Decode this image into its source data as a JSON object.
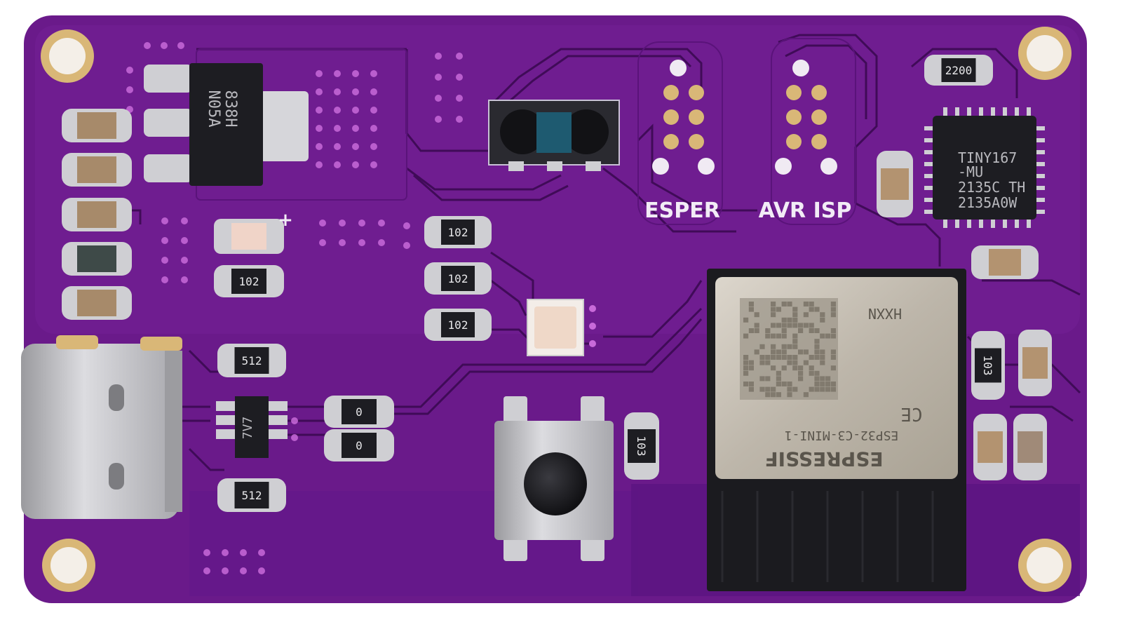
{
  "board": {
    "colors": {
      "background": "#ffffff",
      "solder_mask": "#6a1a8a",
      "solder_mask_dark": "#4e1068",
      "trace": "#3b0a52",
      "copper_pad": "#d9b777",
      "tin_pad": "#cfcfd3",
      "silkscreen": "#f2ecf6",
      "chip_black": "#1d1d22",
      "module_metal": "#c8c2b8"
    },
    "silkscreen_labels": {
      "esper": "ESPER",
      "avr_isp": "AVR ISP",
      "plus": "+"
    },
    "chip_markings": {
      "regulator_line1": "838H",
      "regulator_line2": "N05A",
      "mcu_line1": "TINY167",
      "mcu_line2": "-MU",
      "mcu_line3": "2135C TH",
      "mcu_line4": "2135A0W",
      "sot_chip": "7V7",
      "module_lower": "ESPRESSIF",
      "module_upper": "ESP32-C3-MINI-1",
      "module_id": "HXXN",
      "module_ce": "CE"
    },
    "resistor_codes": {
      "r_top_right": "2200",
      "r_led": "102",
      "r_mid_1": "102",
      "r_mid_2": "102",
      "r_mid_3": "102",
      "r_usb_top": "512",
      "r_usb_bottom": "512",
      "r_zero_1": "0",
      "r_zero_2": "0",
      "r_button": "103",
      "r_right": "103"
    }
  }
}
